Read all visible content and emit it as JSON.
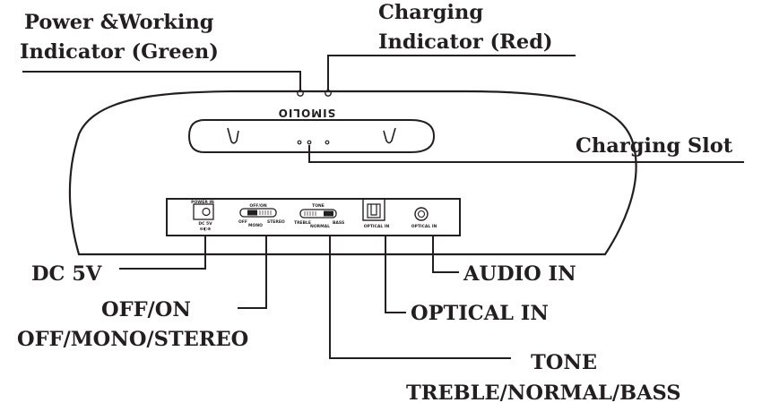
{
  "callouts": {
    "power_indicator": [
      "Power &Working",
      "Indicator (Green)"
    ],
    "charging_indicator": [
      "Charging",
      "Indicator (Red)"
    ],
    "charging_slot": "Charging Slot",
    "dc": "DC 5V",
    "off_on": [
      "OFF/ON",
      "OFF/MONO/STEREO"
    ],
    "audio_in": "AUDIO IN",
    "optical_in": "OPTICAL IN",
    "tone": [
      "TONE",
      "TREBLE/NORMAL/BASS"
    ]
  },
  "device": {
    "brand": "SIMOLIO"
  },
  "panel": {
    "power_in": "POWER IN",
    "dc_label": "DC 5V",
    "switch1_title": "OFF/ON",
    "switch1_off": "OFF",
    "switch1_mono": "MONO",
    "switch1_stereo": "STEREO",
    "tone_title": "TONE",
    "tone_treble": "TREBLE",
    "tone_normal": "NORMAL",
    "tone_bass": "BASS",
    "optical_label": "OPTICAL IN",
    "audio_label": "OPTICAL IN"
  },
  "colors": {
    "ink": "#231f20"
  }
}
